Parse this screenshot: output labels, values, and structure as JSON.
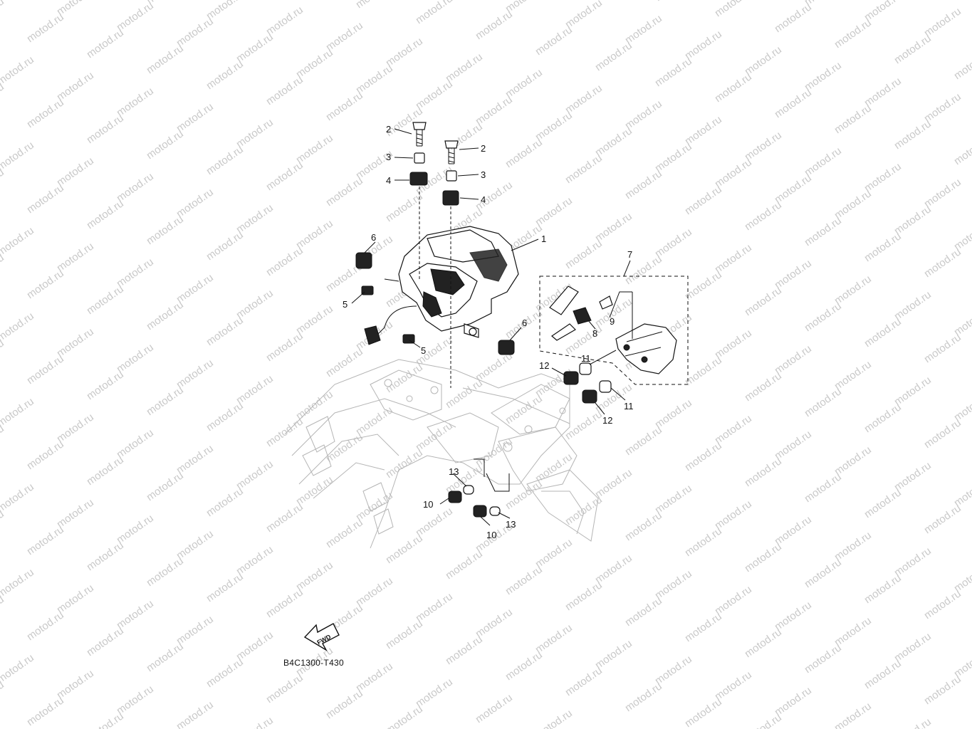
{
  "watermark": {
    "text": "motod.ru"
  },
  "diagram_code": "B4C1300-T430",
  "fwd_label": "FWD",
  "callouts": [
    "1",
    "2",
    "2",
    "3",
    "3",
    "4",
    "4",
    "5",
    "5",
    "6",
    "6",
    "7",
    "8",
    "9",
    "10",
    "10",
    "11",
    "11",
    "12",
    "12",
    "13",
    "13"
  ]
}
